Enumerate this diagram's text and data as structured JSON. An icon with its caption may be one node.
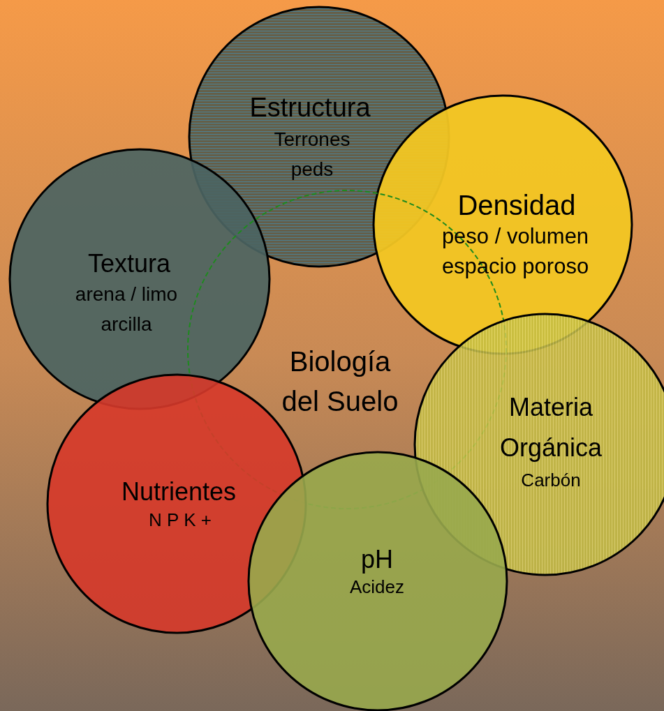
{
  "diagram": {
    "nodes": [
      {
        "text": [
          "Estructura",
          "Terrones peds"
        ]
      },
      {
        "text": [
          "Densidad",
          "peso / volumen espacio poroso"
        ]
      },
      {
        "text": [
          "Textura",
          "arena / limo arcilla"
        ]
      },
      {
        "text": [
          "Biología del Suelo"
        ]
      },
      {
        "text": [
          "Materia Orgánica",
          "Carbón"
        ]
      },
      {
        "text": [
          "Nutrientes",
          "N P K +"
        ]
      },
      {
        "text": [
          "pH",
          "Acidez"
        ]
      }
    ]
  }
}
